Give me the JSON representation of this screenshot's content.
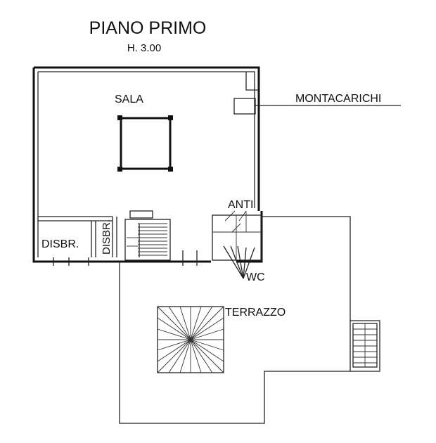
{
  "plan": {
    "title": "PIANO PRIMO",
    "height_note": "H. 3.00",
    "rooms": {
      "sala": "SALA",
      "montacarichi": "MONTACARICHI",
      "anti": "ANTI",
      "disbr_1": "DISBR.",
      "disbr_2": "DISBR.",
      "wc": "WC",
      "terrazzo": "TERRAZZO"
    }
  }
}
